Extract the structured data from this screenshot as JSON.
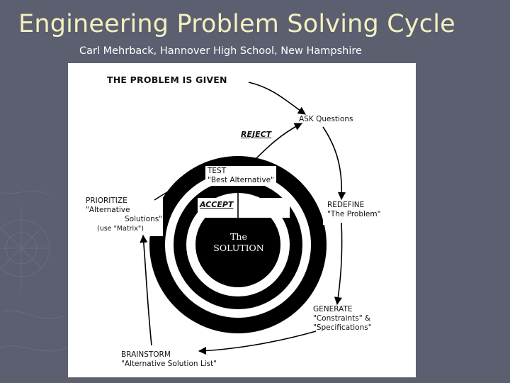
{
  "slide": {
    "title": "Engineering Problem Solving Cycle",
    "subtitle": "Carl Mehrback, Hannover High School, New Hampshire"
  },
  "diagram": {
    "problem_given": "THE PROBLEM IS GIVEN",
    "ask": "ASK Questions",
    "reject": "REJECT",
    "test": {
      "title": "TEST",
      "sub": "\"Best Alternative\""
    },
    "accept": "ACCEPT",
    "prioritize": {
      "l1": "PRIORITIZE",
      "l2": "\"Alternative",
      "l3": "Solutions\"",
      "l4": "(use \"Matrix\")"
    },
    "redefine": {
      "l1": "REDEFINE",
      "l2": "\"The Problem\""
    },
    "solution": {
      "l1": "The",
      "l2": "SOLUTION"
    },
    "generate": {
      "l1": "GENERATE",
      "l2": "\"Constraints\" &",
      "l3": "\"Specifications\""
    },
    "brainstorm": {
      "l1": "BRAINSTORM",
      "l2": "\"Alternative Solution List\""
    }
  },
  "colors": {
    "background": "#5b5f70",
    "title": "#f3f0c0",
    "subtitle": "#ffffff",
    "ring": "#000000",
    "panel": "#ffffff"
  }
}
